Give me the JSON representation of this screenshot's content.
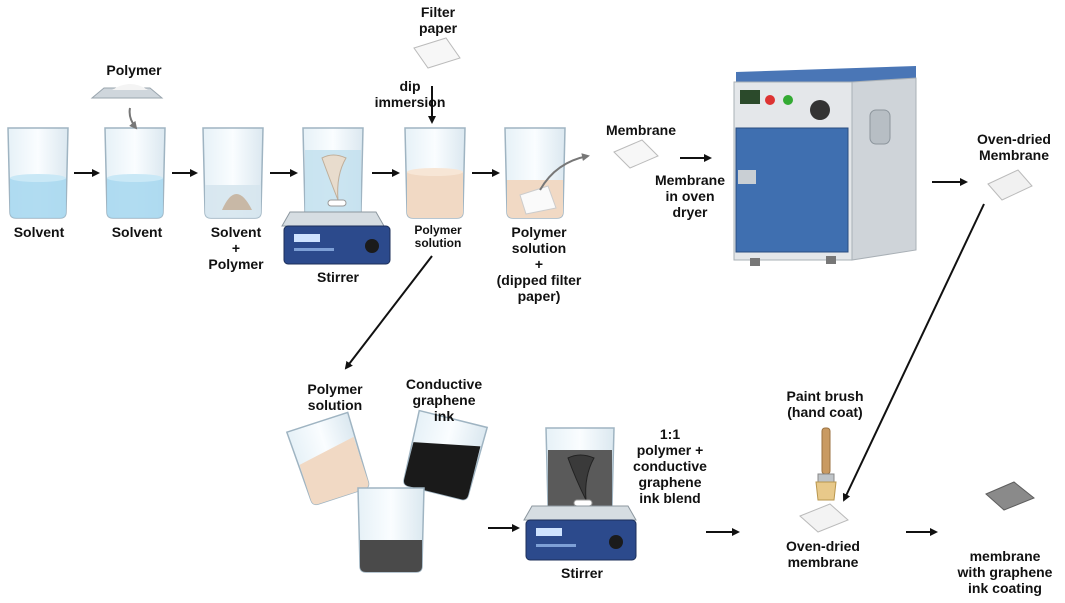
{
  "labels": {
    "solvent_1": "Solvent",
    "solvent_2": "Solvent",
    "polymer": "Polymer",
    "solvent_polymer": "Solvent\n+\nPolymer",
    "stirrer_top": "Stirrer",
    "filter_paper": "Filter\npaper",
    "dip_immersion": "dip\nimmersion",
    "polymer_solution_top": "Polymer\nsolution",
    "polymer_solution_dipped": "Polymer\nsolution\n+\n(dipped filter\npaper)",
    "membrane": "Membrane",
    "membrane_oven": "Membrane\nin oven\ndryer",
    "oven_dried_membrane_top": "Oven-dried\nMembrane",
    "polymer_solution_bottom": "Polymer\nsolution",
    "conductive_ink": "Conductive\ngraphene\nink",
    "blend": "1:1\npolymer +\nconductive\ngraphene\nink blend",
    "stirrer_bottom": "Stirrer",
    "paint_brush": "Paint brush\n(hand coat)",
    "oven_dried_membrane_bottom": "Oven-dried\nmembrane",
    "final_membrane": "membrane\nwith graphene\nink coating"
  },
  "colors": {
    "water": "#a9d8ef",
    "polymer_solution": "#f1d9c4",
    "graphene_ink": "#1a1a1a",
    "stirrer_body": "#2c4a8c",
    "oven_body": "#3f6fb0",
    "arrow": "#111111"
  }
}
